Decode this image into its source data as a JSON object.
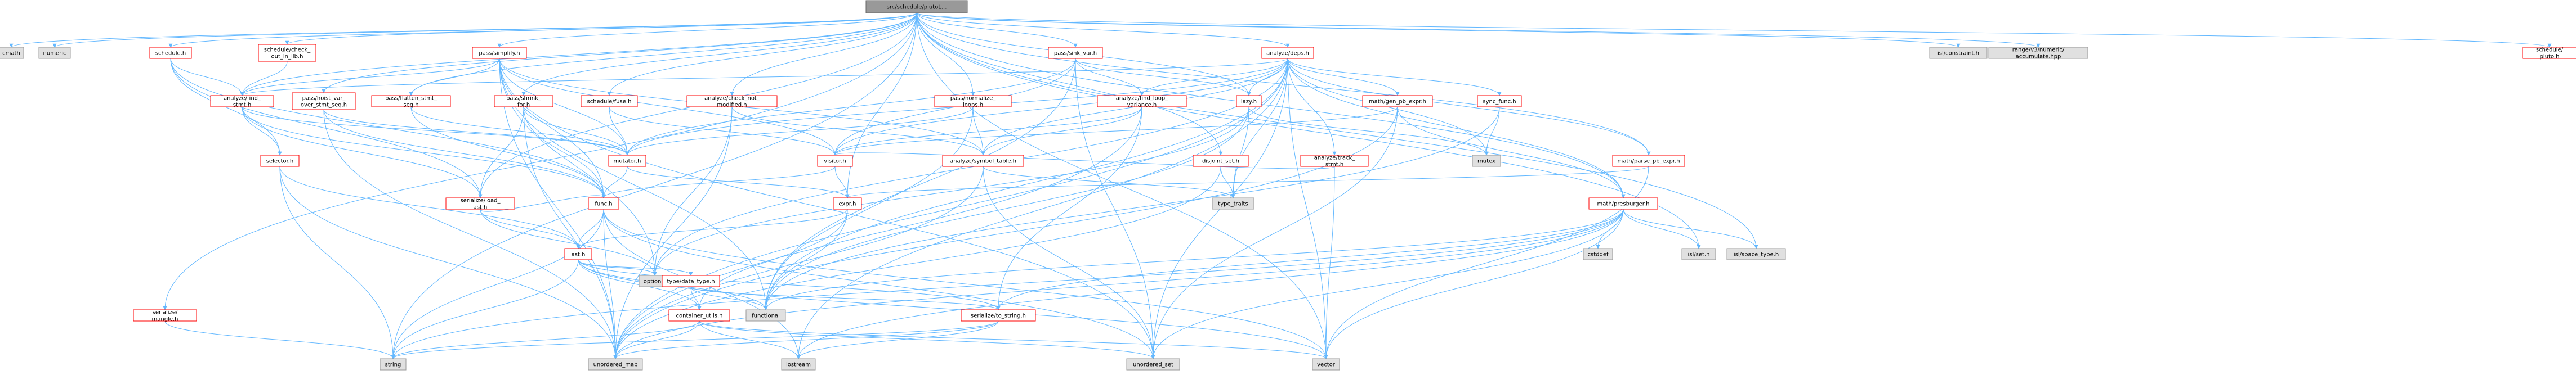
{
  "diagram": {
    "root_label": "src/schedule/plutoL...",
    "colors": {
      "root_fill": "#999999",
      "doc_border": "#ff0000",
      "doc_fill": "#ffffff",
      "external_fill": "#e0e0e0",
      "external_border": "#999999",
      "edge": "#63b8ff"
    },
    "nodes": [
      {
        "id": "root",
        "label": "src/schedule/plutoL...",
        "kind": "root"
      },
      {
        "id": "cmath",
        "label": "cmath",
        "kind": "external"
      },
      {
        "id": "numeric",
        "label": "numeric",
        "kind": "external"
      },
      {
        "id": "schedule_h",
        "label": "schedule.h",
        "kind": "doc"
      },
      {
        "id": "check_out_in_lib",
        "label": "schedule/check_out_in_lib.h",
        "kind": "doc"
      },
      {
        "id": "find_stmt",
        "label": "analyze/find_stmt.h",
        "kind": "doc"
      },
      {
        "id": "selector",
        "label": "selector.h",
        "kind": "doc"
      },
      {
        "id": "serialize_mangle",
        "label": "serialize/mangle.h",
        "kind": "doc"
      },
      {
        "id": "simplify",
        "label": "pass/simplify.h",
        "kind": "doc"
      },
      {
        "id": "hoist_var",
        "label": "pass/hoist_var_over_stmt_seq.h",
        "kind": "doc"
      },
      {
        "id": "flatten",
        "label": "pass/flatten_stmt_seq.h",
        "kind": "doc"
      },
      {
        "id": "shrink_for",
        "label": "pass/shrink_for.h",
        "kind": "doc"
      },
      {
        "id": "schedule_fuse",
        "label": "schedule/fuse.h",
        "kind": "doc"
      },
      {
        "id": "check_not_modified",
        "label": "analyze/check_not_modified.h",
        "kind": "doc"
      },
      {
        "id": "sink_var",
        "label": "pass/sink_var.h",
        "kind": "doc"
      },
      {
        "id": "normalize_loops",
        "label": "pass/normalize_loops.h",
        "kind": "doc"
      },
      {
        "id": "find_loop_variance",
        "label": "analyze/find_loop_variance.h",
        "kind": "doc"
      },
      {
        "id": "deps",
        "label": "analyze/deps.h",
        "kind": "doc"
      },
      {
        "id": "lazy",
        "label": "lazy.h",
        "kind": "doc"
      },
      {
        "id": "gen_pb_expr",
        "label": "math/gen_pb_expr.h",
        "kind": "doc"
      },
      {
        "id": "sync_func",
        "label": "sync_func.h",
        "kind": "doc"
      },
      {
        "id": "parse_pb_expr",
        "label": "math/parse_pb_expr.h",
        "kind": "doc"
      },
      {
        "id": "mutator",
        "label": "mutator.h",
        "kind": "doc"
      },
      {
        "id": "visitor",
        "label": "visitor.h",
        "kind": "doc"
      },
      {
        "id": "symbol_table",
        "label": "analyze/symbol_table.h",
        "kind": "doc"
      },
      {
        "id": "track_stmt",
        "label": "analyze/track_stmt.h",
        "kind": "doc"
      },
      {
        "id": "mutex",
        "label": "mutex",
        "kind": "external"
      },
      {
        "id": "disjoint_set",
        "label": "disjoint_set.h",
        "kind": "doc"
      },
      {
        "id": "type_traits",
        "label": "type_traits",
        "kind": "external"
      },
      {
        "id": "expr_h",
        "label": "expr.h",
        "kind": "doc"
      },
      {
        "id": "load_ast",
        "label": "serialize/load_ast.h",
        "kind": "doc"
      },
      {
        "id": "func_h",
        "label": "func.h",
        "kind": "doc"
      },
      {
        "id": "presburger",
        "label": "math/presburger.h",
        "kind": "doc"
      },
      {
        "id": "ast_h",
        "label": "ast.h",
        "kind": "doc"
      },
      {
        "id": "optional",
        "label": "optional",
        "kind": "external"
      },
      {
        "id": "cstddef",
        "label": "cstddef",
        "kind": "external"
      },
      {
        "id": "isl_set",
        "label": "isl/set.h",
        "kind": "external"
      },
      {
        "id": "isl_space_type",
        "label": "isl/space_type.h",
        "kind": "external"
      },
      {
        "id": "data_type",
        "label": "type/data_type.h",
        "kind": "doc"
      },
      {
        "id": "functional",
        "label": "functional",
        "kind": "external"
      },
      {
        "id": "container_utils",
        "label": "container_utils.h",
        "kind": "doc"
      },
      {
        "id": "to_string",
        "label": "serialize/to_string.h",
        "kind": "doc"
      },
      {
        "id": "string",
        "label": "string",
        "kind": "external"
      },
      {
        "id": "unordered_map",
        "label": "unordered_map",
        "kind": "external"
      },
      {
        "id": "iostream",
        "label": "iostream",
        "kind": "external"
      },
      {
        "id": "unordered_set",
        "label": "unordered_set",
        "kind": "external"
      },
      {
        "id": "vector",
        "label": "vector",
        "kind": "external"
      },
      {
        "id": "isl_constraint",
        "label": "isl/constraint.h",
        "kind": "external"
      },
      {
        "id": "ranges_accumulate",
        "label": "range/v3/numeric/accumulate.hpp",
        "kind": "external"
      },
      {
        "id": "schedule_pluto",
        "label": "schedule/pluto.h",
        "kind": "doc"
      }
    ],
    "edges": [
      [
        "root",
        "cmath"
      ],
      [
        "root",
        "numeric"
      ],
      [
        "root",
        "schedule_h"
      ],
      [
        "root",
        "check_out_in_lib"
      ],
      [
        "root",
        "find_stmt"
      ],
      [
        "root",
        "simplify"
      ],
      [
        "root",
        "hoist_var"
      ],
      [
        "root",
        "flatten"
      ],
      [
        "root",
        "shrink_for"
      ],
      [
        "root",
        "schedule_fuse"
      ],
      [
        "root",
        "check_not_modified"
      ],
      [
        "root",
        "sink_var"
      ],
      [
        "root",
        "normalize_loops"
      ],
      [
        "root",
        "deps"
      ],
      [
        "root",
        "serialize_mangle"
      ],
      [
        "root",
        "isl_constraint"
      ],
      [
        "root",
        "ranges_accumulate"
      ],
      [
        "root",
        "schedule_pluto"
      ],
      [
        "root",
        "isl_set"
      ],
      [
        "root",
        "isl_space_type"
      ],
      [
        "root",
        "expr_h"
      ],
      [
        "root",
        "load_ast"
      ],
      [
        "root",
        "string"
      ],
      [
        "root",
        "vector"
      ],
      [
        "root",
        "presburger"
      ],
      [
        "root",
        "disjoint_set"
      ],
      [
        "root",
        "lazy"
      ],
      [
        "root",
        "parse_pb_expr"
      ],
      [
        "schedule_h",
        "find_stmt"
      ],
      [
        "schedule_h",
        "load_ast"
      ],
      [
        "schedule_h",
        "func_h"
      ],
      [
        "schedule_h",
        "selector"
      ],
      [
        "check_out_in_lib",
        "find_stmt"
      ],
      [
        "find_stmt",
        "mutator"
      ],
      [
        "find_stmt",
        "selector"
      ],
      [
        "find_stmt",
        "func_h"
      ],
      [
        "find_stmt",
        "load_ast"
      ],
      [
        "selector",
        "ast_h"
      ],
      [
        "selector",
        "string"
      ],
      [
        "selector",
        "unordered_map"
      ],
      [
        "serialize_mangle",
        "string"
      ],
      [
        "simplify",
        "find_stmt"
      ],
      [
        "simplify",
        "flatten"
      ],
      [
        "simplify",
        "mutator"
      ],
      [
        "simplify",
        "func_h"
      ],
      [
        "simplify",
        "symbol_table"
      ],
      [
        "simplify",
        "visitor"
      ],
      [
        "simplify",
        "optional"
      ],
      [
        "simplify",
        "unordered_map"
      ],
      [
        "simplify",
        "unordered_set"
      ],
      [
        "simplify",
        "functional"
      ],
      [
        "hoist_var",
        "mutator"
      ],
      [
        "hoist_var",
        "func_h"
      ],
      [
        "hoist_var",
        "unordered_map"
      ],
      [
        "flatten",
        "mutator"
      ],
      [
        "flatten",
        "func_h"
      ],
      [
        "shrink_for",
        "mutator"
      ],
      [
        "shrink_for",
        "func_h"
      ],
      [
        "shrink_for",
        "unordered_map"
      ],
      [
        "shrink_for",
        "load_ast"
      ],
      [
        "schedule_fuse",
        "mutator"
      ],
      [
        "schedule_fuse",
        "visitor"
      ],
      [
        "check_not_modified",
        "symbol_table"
      ],
      [
        "check_not_modified",
        "unordered_map"
      ],
      [
        "check_not_modified",
        "optional"
      ],
      [
        "sink_var",
        "mutator"
      ],
      [
        "sink_var",
        "visitor"
      ],
      [
        "sink_var",
        "lazy"
      ],
      [
        "sink_var",
        "find_loop_variance"
      ],
      [
        "sink_var",
        "unordered_set"
      ],
      [
        "sink_var",
        "functional"
      ],
      [
        "normalize_loops",
        "mutator"
      ],
      [
        "normalize_loops",
        "symbol_table"
      ],
      [
        "normalize_loops",
        "functional"
      ],
      [
        "find_loop_variance",
        "visitor"
      ],
      [
        "find_loop_variance",
        "symbol_table"
      ],
      [
        "find_loop_variance",
        "unordered_map"
      ],
      [
        "find_loop_variance",
        "to_string"
      ],
      [
        "deps",
        "find_loop_variance"
      ],
      [
        "deps",
        "lazy"
      ],
      [
        "deps",
        "gen_pb_expr"
      ],
      [
        "deps",
        "sync_func"
      ],
      [
        "deps",
        "track_stmt"
      ],
      [
        "deps",
        "symbol_table"
      ],
      [
        "deps",
        "visitor"
      ],
      [
        "deps",
        "presburger"
      ],
      [
        "deps",
        "functional"
      ],
      [
        "deps",
        "iostream"
      ],
      [
        "deps",
        "unordered_map"
      ],
      [
        "deps",
        "unordered_set"
      ],
      [
        "deps",
        "vector"
      ],
      [
        "deps",
        "mutex"
      ],
      [
        "deps",
        "parse_pb_expr"
      ],
      [
        "deps",
        "type_traits"
      ],
      [
        "deps",
        "mutator"
      ],
      [
        "deps",
        "optional"
      ],
      [
        "deps",
        "find_stmt"
      ],
      [
        "lazy",
        "mutex"
      ],
      [
        "lazy",
        "optional"
      ],
      [
        "lazy",
        "type_traits"
      ],
      [
        "lazy",
        "functional"
      ],
      [
        "gen_pb_expr",
        "visitor"
      ],
      [
        "gen_pb_expr",
        "presburger"
      ],
      [
        "gen_pb_expr",
        "unordered_set"
      ],
      [
        "gen_pb_expr",
        "unordered_map"
      ],
      [
        "sync_func",
        "mutex"
      ],
      [
        "sync_func",
        "functional"
      ],
      [
        "parse_pb_expr",
        "expr_h"
      ],
      [
        "parse_pb_expr",
        "vector"
      ],
      [
        "mutator",
        "expr_h"
      ],
      [
        "mutator",
        "func_h"
      ],
      [
        "visitor",
        "func_h"
      ],
      [
        "visitor",
        "expr_h"
      ],
      [
        "symbol_table",
        "type_traits"
      ],
      [
        "symbol_table",
        "unordered_map"
      ],
      [
        "symbol_table",
        "unordered_set"
      ],
      [
        "track_stmt",
        "visitor"
      ],
      [
        "track_stmt",
        "vector"
      ],
      [
        "disjoint_set",
        "unordered_map"
      ],
      [
        "disjoint_set",
        "type_traits"
      ],
      [
        "expr_h",
        "ast_h"
      ],
      [
        "expr_h",
        "functional"
      ],
      [
        "expr_h",
        "container_utils"
      ],
      [
        "load_ast",
        "func_h"
      ],
      [
        "load_ast",
        "ast_h"
      ],
      [
        "load_ast",
        "optional"
      ],
      [
        "func_h",
        "ast_h"
      ],
      [
        "func_h",
        "string"
      ],
      [
        "func_h",
        "unordered_map"
      ],
      [
        "func_h",
        "unordered_set"
      ],
      [
        "func_h",
        "vector"
      ],
      [
        "func_h",
        "iostream"
      ],
      [
        "presburger",
        "cstddef"
      ],
      [
        "presburger",
        "isl_set"
      ],
      [
        "presburger",
        "isl_space_type"
      ],
      [
        "presburger",
        "to_string"
      ],
      [
        "presburger",
        "iostream"
      ],
      [
        "presburger",
        "unordered_set"
      ],
      [
        "presburger",
        "vector"
      ],
      [
        "presburger",
        "string"
      ],
      [
        "presburger",
        "functional"
      ],
      [
        "presburger",
        "unordered_map"
      ],
      [
        "ast_h",
        "data_type"
      ],
      [
        "ast_h",
        "optional"
      ],
      [
        "ast_h",
        "string"
      ],
      [
        "ast_h",
        "vector"
      ],
      [
        "ast_h",
        "container_utils"
      ],
      [
        "ast_h",
        "functional"
      ],
      [
        "ast_h",
        "to_string"
      ],
      [
        "data_type",
        "functional"
      ],
      [
        "data_type",
        "container_utils"
      ],
      [
        "data_type",
        "to_string"
      ],
      [
        "container_utils",
        "string"
      ],
      [
        "container_utils",
        "unordered_map"
      ],
      [
        "container_utils",
        "unordered_set"
      ],
      [
        "container_utils",
        "vector"
      ],
      [
        "container_utils",
        "iostream"
      ],
      [
        "to_string",
        "iostream"
      ],
      [
        "to_string",
        "string"
      ],
      [
        "to_string",
        "unordered_map"
      ]
    ]
  }
}
